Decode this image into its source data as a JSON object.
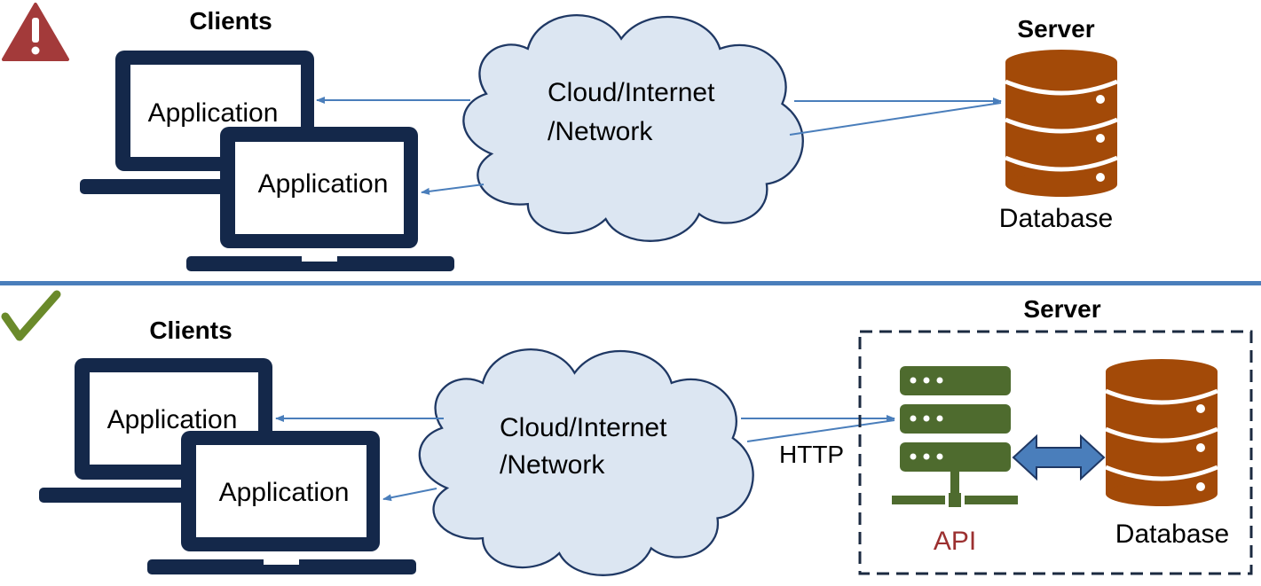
{
  "top": {
    "clients_title": "Clients",
    "app_back": "Application",
    "app_front": "Application",
    "cloud_line1": "Cloud/Internet",
    "cloud_line2": "/Network",
    "server_title": "Server",
    "db_label": "Database",
    "status_icon": "warning-icon"
  },
  "bottom": {
    "clients_title": "Clients",
    "app_back": "Application",
    "app_front": "Application",
    "cloud_line1": "Cloud/Internet",
    "cloud_line2": "/Network",
    "http_label": "HTTP",
    "server_title": "Server",
    "api_label": "API",
    "db_label": "Database",
    "status_icon": "checkmark-icon"
  },
  "colors": {
    "laptop": "#14284a",
    "cloud_fill": "#dce6f2",
    "cloud_stroke": "#1f3864",
    "db_fill": "#a34a08",
    "api_fill": "#4e6b2e",
    "api_label": "#9c3030",
    "arrow": "#4a7ebb",
    "warning": "#a33a3a",
    "check": "#6a8a2a",
    "divider": "#4a7ebb"
  }
}
